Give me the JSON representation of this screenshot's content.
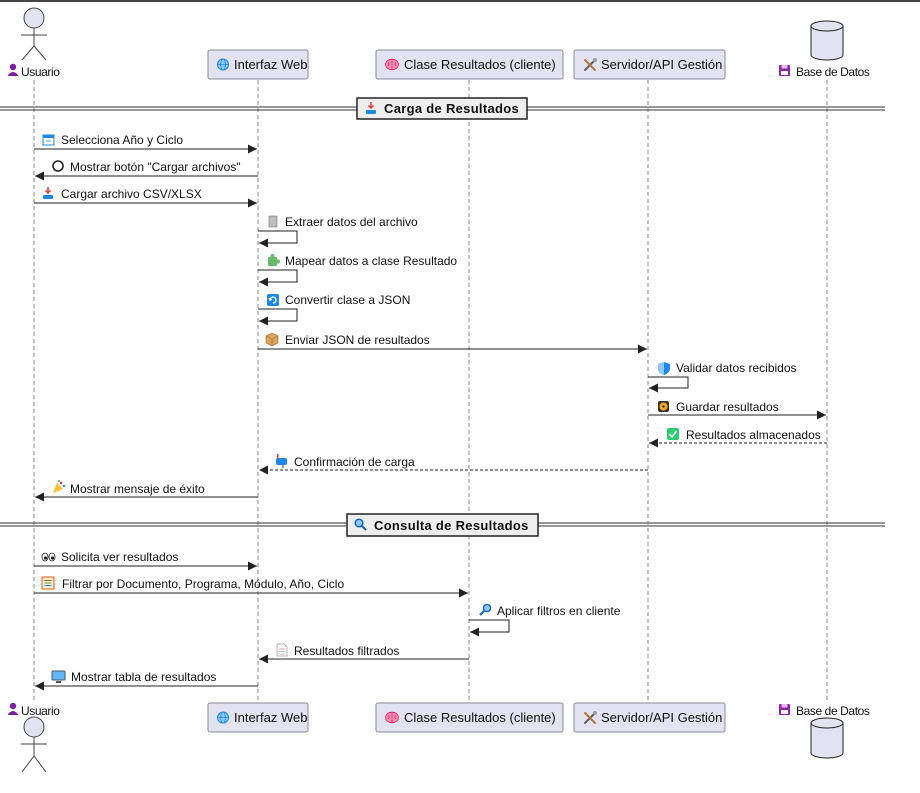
{
  "participants": [
    {
      "id": "usuario",
      "label": "Usuario",
      "kind": "actor",
      "icon": "person-icon",
      "icon_color": "#7b1fa2"
    },
    {
      "id": "web",
      "label": "Interfaz Web",
      "kind": "box",
      "icon": "globe-icon",
      "icon_color": "#1e88e5"
    },
    {
      "id": "clase",
      "label": "Clase Resultados (cliente)",
      "kind": "box",
      "icon": "brain-icon",
      "icon_color": "#e91e63"
    },
    {
      "id": "servidor",
      "label": "Servidor/API Gestión",
      "kind": "box",
      "icon": "tools-icon",
      "icon_color": "#757575"
    },
    {
      "id": "bd",
      "label": "Base de Datos",
      "kind": "database",
      "icon": "floppy-disk-icon",
      "icon_color": "#8e24aa"
    }
  ],
  "sections": [
    {
      "label": "Carga de Resultados",
      "icon": "inbox-tray-icon",
      "icon_color": "#1e88e5"
    },
    {
      "label": "Consulta de Resultados",
      "icon": "magnifier-icon",
      "icon_color": "#1565c0"
    }
  ],
  "messages": [
    {
      "from": "usuario",
      "to": "web",
      "text": "Selecciona Año y Ciclo",
      "icon": "calendar-icon",
      "icon_color": "#1e88e5",
      "style": "solid"
    },
    {
      "from": "web",
      "to": "usuario",
      "text": "Mostrar botón \"Cargar archivos\"",
      "icon": "circle-icon",
      "icon_color": "#222222",
      "style": "solid"
    },
    {
      "from": "usuario",
      "to": "web",
      "text": "Cargar archivo CSV/XLSX",
      "icon": "inbox-tray-icon",
      "icon_color": "#1e88e5",
      "style": "solid"
    },
    {
      "from": "web",
      "to": "web",
      "text": "Extraer datos del archivo",
      "icon": "page-icon",
      "icon_color": "#9e9e9e",
      "style": "self"
    },
    {
      "from": "web",
      "to": "web",
      "text": "Mapear datos a clase Resultado",
      "icon": "puzzle-icon",
      "icon_color": "#43a047",
      "style": "self"
    },
    {
      "from": "web",
      "to": "web",
      "text": "Convertir clase a JSON",
      "icon": "refresh-icon",
      "icon_color": "#1e88e5",
      "style": "self"
    },
    {
      "from": "web",
      "to": "servidor",
      "text": "Enviar JSON de resultados",
      "icon": "package-icon",
      "icon_color": "#d4a04c",
      "style": "solid"
    },
    {
      "from": "servidor",
      "to": "servidor",
      "text": "Validar datos recibidos",
      "icon": "shield-icon",
      "icon_color": "#1e88e5",
      "style": "self"
    },
    {
      "from": "servidor",
      "to": "bd",
      "text": "Guardar resultados",
      "icon": "disc-icon",
      "icon_color": "#f9a825",
      "style": "solid"
    },
    {
      "from": "bd",
      "to": "servidor",
      "text": "Resultados almacenados",
      "icon": "check-mark-icon",
      "icon_color": "#2ecc71",
      "style": "dashed"
    },
    {
      "from": "servidor",
      "to": "web",
      "text": "Confirmación de carga",
      "icon": "mailbox-icon",
      "icon_color": "#1e88e5",
      "style": "dashed"
    },
    {
      "from": "web",
      "to": "usuario",
      "text": "Mostrar mensaje de éxito",
      "icon": "party-popper-icon",
      "icon_color": "#e91e63",
      "style": "solid"
    },
    {
      "from": "usuario",
      "to": "web",
      "text": "Solicita ver resultados",
      "icon": "eyes-icon",
      "icon_color": "#222222",
      "style": "solid"
    },
    {
      "from": "usuario",
      "to": "clase",
      "text": "Filtrar por Documento, Programa, Módulo, Año, Ciclo",
      "icon": "list-icon",
      "icon_color": "#e65100",
      "style": "solid"
    },
    {
      "from": "clase",
      "to": "clase",
      "text": "Aplicar filtros en cliente",
      "icon": "magnifier-icon",
      "icon_color": "#1565c0",
      "style": "self"
    },
    {
      "from": "clase",
      "to": "web",
      "text": "Resultados filtrados",
      "icon": "page-icon",
      "icon_color": "#9e9e9e",
      "style": "solid"
    },
    {
      "from": "web",
      "to": "usuario",
      "text": "Mostrar tabla de resultados",
      "icon": "monitor-icon",
      "icon_color": "#1e88e5",
      "style": "solid"
    }
  ],
  "colors": {
    "participant_fill": "#e2e2f0",
    "participant_border": "#8a8a99",
    "lifeline": "#8a8a8a",
    "arrow": "#222222",
    "section_line": "#333333"
  }
}
